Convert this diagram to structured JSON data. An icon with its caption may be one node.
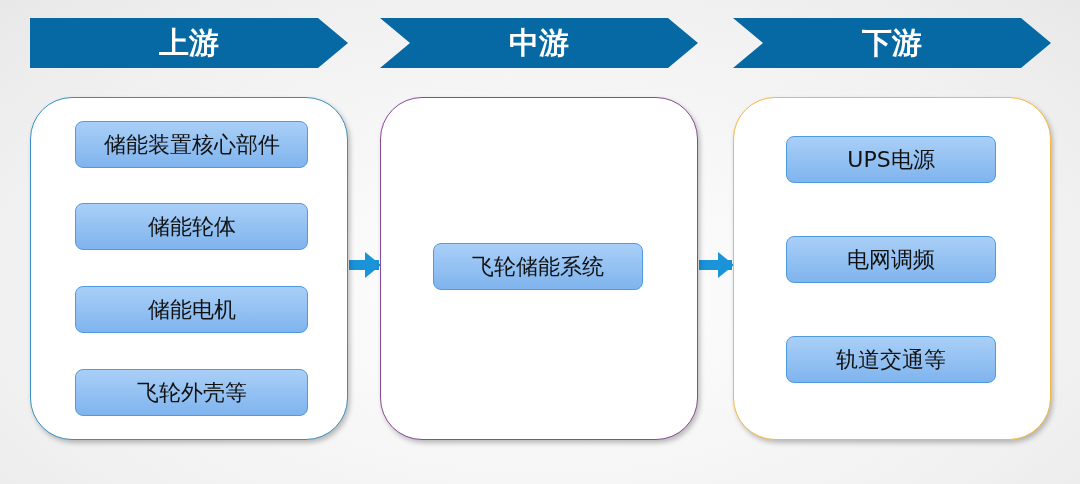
{
  "diagram": {
    "nodes": [
      {
        "text": [
          "上游"
        ]
      },
      {
        "text": [
          "中游"
        ]
      },
      {
        "text": [
          "下游"
        ]
      },
      {
        "text": [],
        "shape": "box"
      },
      {
        "text": [
          "储能装置核心部件"
        ],
        "in": 3
      },
      {
        "text": [
          "储能轮体"
        ],
        "in": 3
      },
      {
        "text": [
          "储能电机"
        ],
        "in": 3
      },
      {
        "text": [
          "飞轮外壳等"
        ],
        "in": 3
      },
      {
        "text": [],
        "shape": "box"
      },
      {
        "text": [
          "飞轮储能系统"
        ],
        "in": 8
      },
      {
        "text": [],
        "shape": "box"
      },
      {
        "text": [
          "UPS电源"
        ],
        "in": 10
      },
      {
        "text": [
          "电网调频"
        ],
        "in": 10
      },
      {
        "text": [
          "轨道交通等"
        ],
        "in": 10
      }
    ],
    "edges": [
      {
        "from": 3,
        "to": 8,
        "arrow": "to"
      },
      {
        "from": 8,
        "to": 10,
        "arrow": "to"
      }
    ]
  }
}
